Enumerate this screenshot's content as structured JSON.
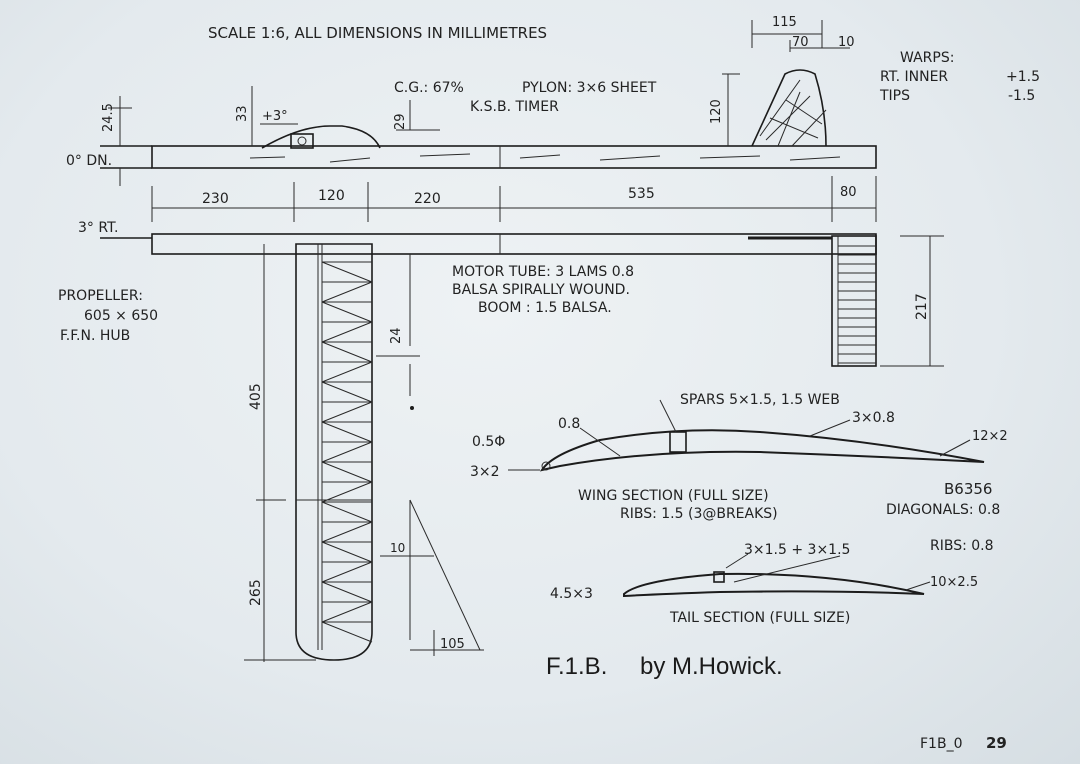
{
  "header": {
    "scale_note": "SCALE 1:6, ALL DIMENSIONS IN MILLIMETRES",
    "cg": "C.G.: 67%",
    "pylon": "PYLON: 3×6 SHEET",
    "timer": "K.S.B. TIMER",
    "warps_title": "WARPS:",
    "warps_rt_inner_label": "RT. INNER",
    "warps_rt_inner_value": "+1.5",
    "warps_tips_label": "TIPS",
    "warps_tips_value": "-1.5"
  },
  "side_view": {
    "downthrust": "0° DN.",
    "dim_24_5": "24.5",
    "dim_33": "33",
    "incidence": "+3°",
    "dim_29": "29",
    "dim_120": "120",
    "dim_115": "115",
    "dim_70": "70",
    "dim_10": "10"
  },
  "length_dims": {
    "d230": "230",
    "d120": "120",
    "d220": "220",
    "d535": "535",
    "d80": "80"
  },
  "plan_view": {
    "sidethrust": "3° RT.",
    "propeller": [
      "PROPELLER:",
      "605 × 650",
      "F.F.N. HUB"
    ],
    "motor_tube": [
      "MOTOR TUBE: 3 LAMS 0.8",
      "BALSA SPIRALLY WOUND.",
      "BOOM : 1.5 BALSA."
    ],
    "dim_24": "24",
    "dim_217": "217",
    "dim_405": "405",
    "dim_265": "265",
    "dim_10": "10",
    "dim_105": "105"
  },
  "wing_section": {
    "spars": "SPARS 5×1.5, 1.5 WEB",
    "spar_cap": "3×0.8",
    "le_08": "0.8",
    "le_dia": "0.5Φ",
    "le_3x2": "3×2",
    "te": "12×2",
    "caption": "WING SECTION (FULL SIZE)",
    "airfoil": "B6356",
    "ribs": "RIBS: 1.5 (3@BREAKS)",
    "diagonals": "DIAGONALS: 0.8"
  },
  "tail_section": {
    "spars": "3×1.5 + 3×1.5",
    "ribs": "RIBS: 0.8",
    "le": "4.5×3",
    "te": "10×2.5",
    "caption": "TAIL SECTION (FULL SIZE)"
  },
  "footer": {
    "model": "F.1.B.",
    "author": "by M.Howick.",
    "ref_prefix": "F1B_0",
    "ref_number": "29"
  },
  "colors": {
    "paper": "#e4eaee",
    "ink": "#1c1c1c",
    "stamp_blue": "#1a2a9a"
  }
}
